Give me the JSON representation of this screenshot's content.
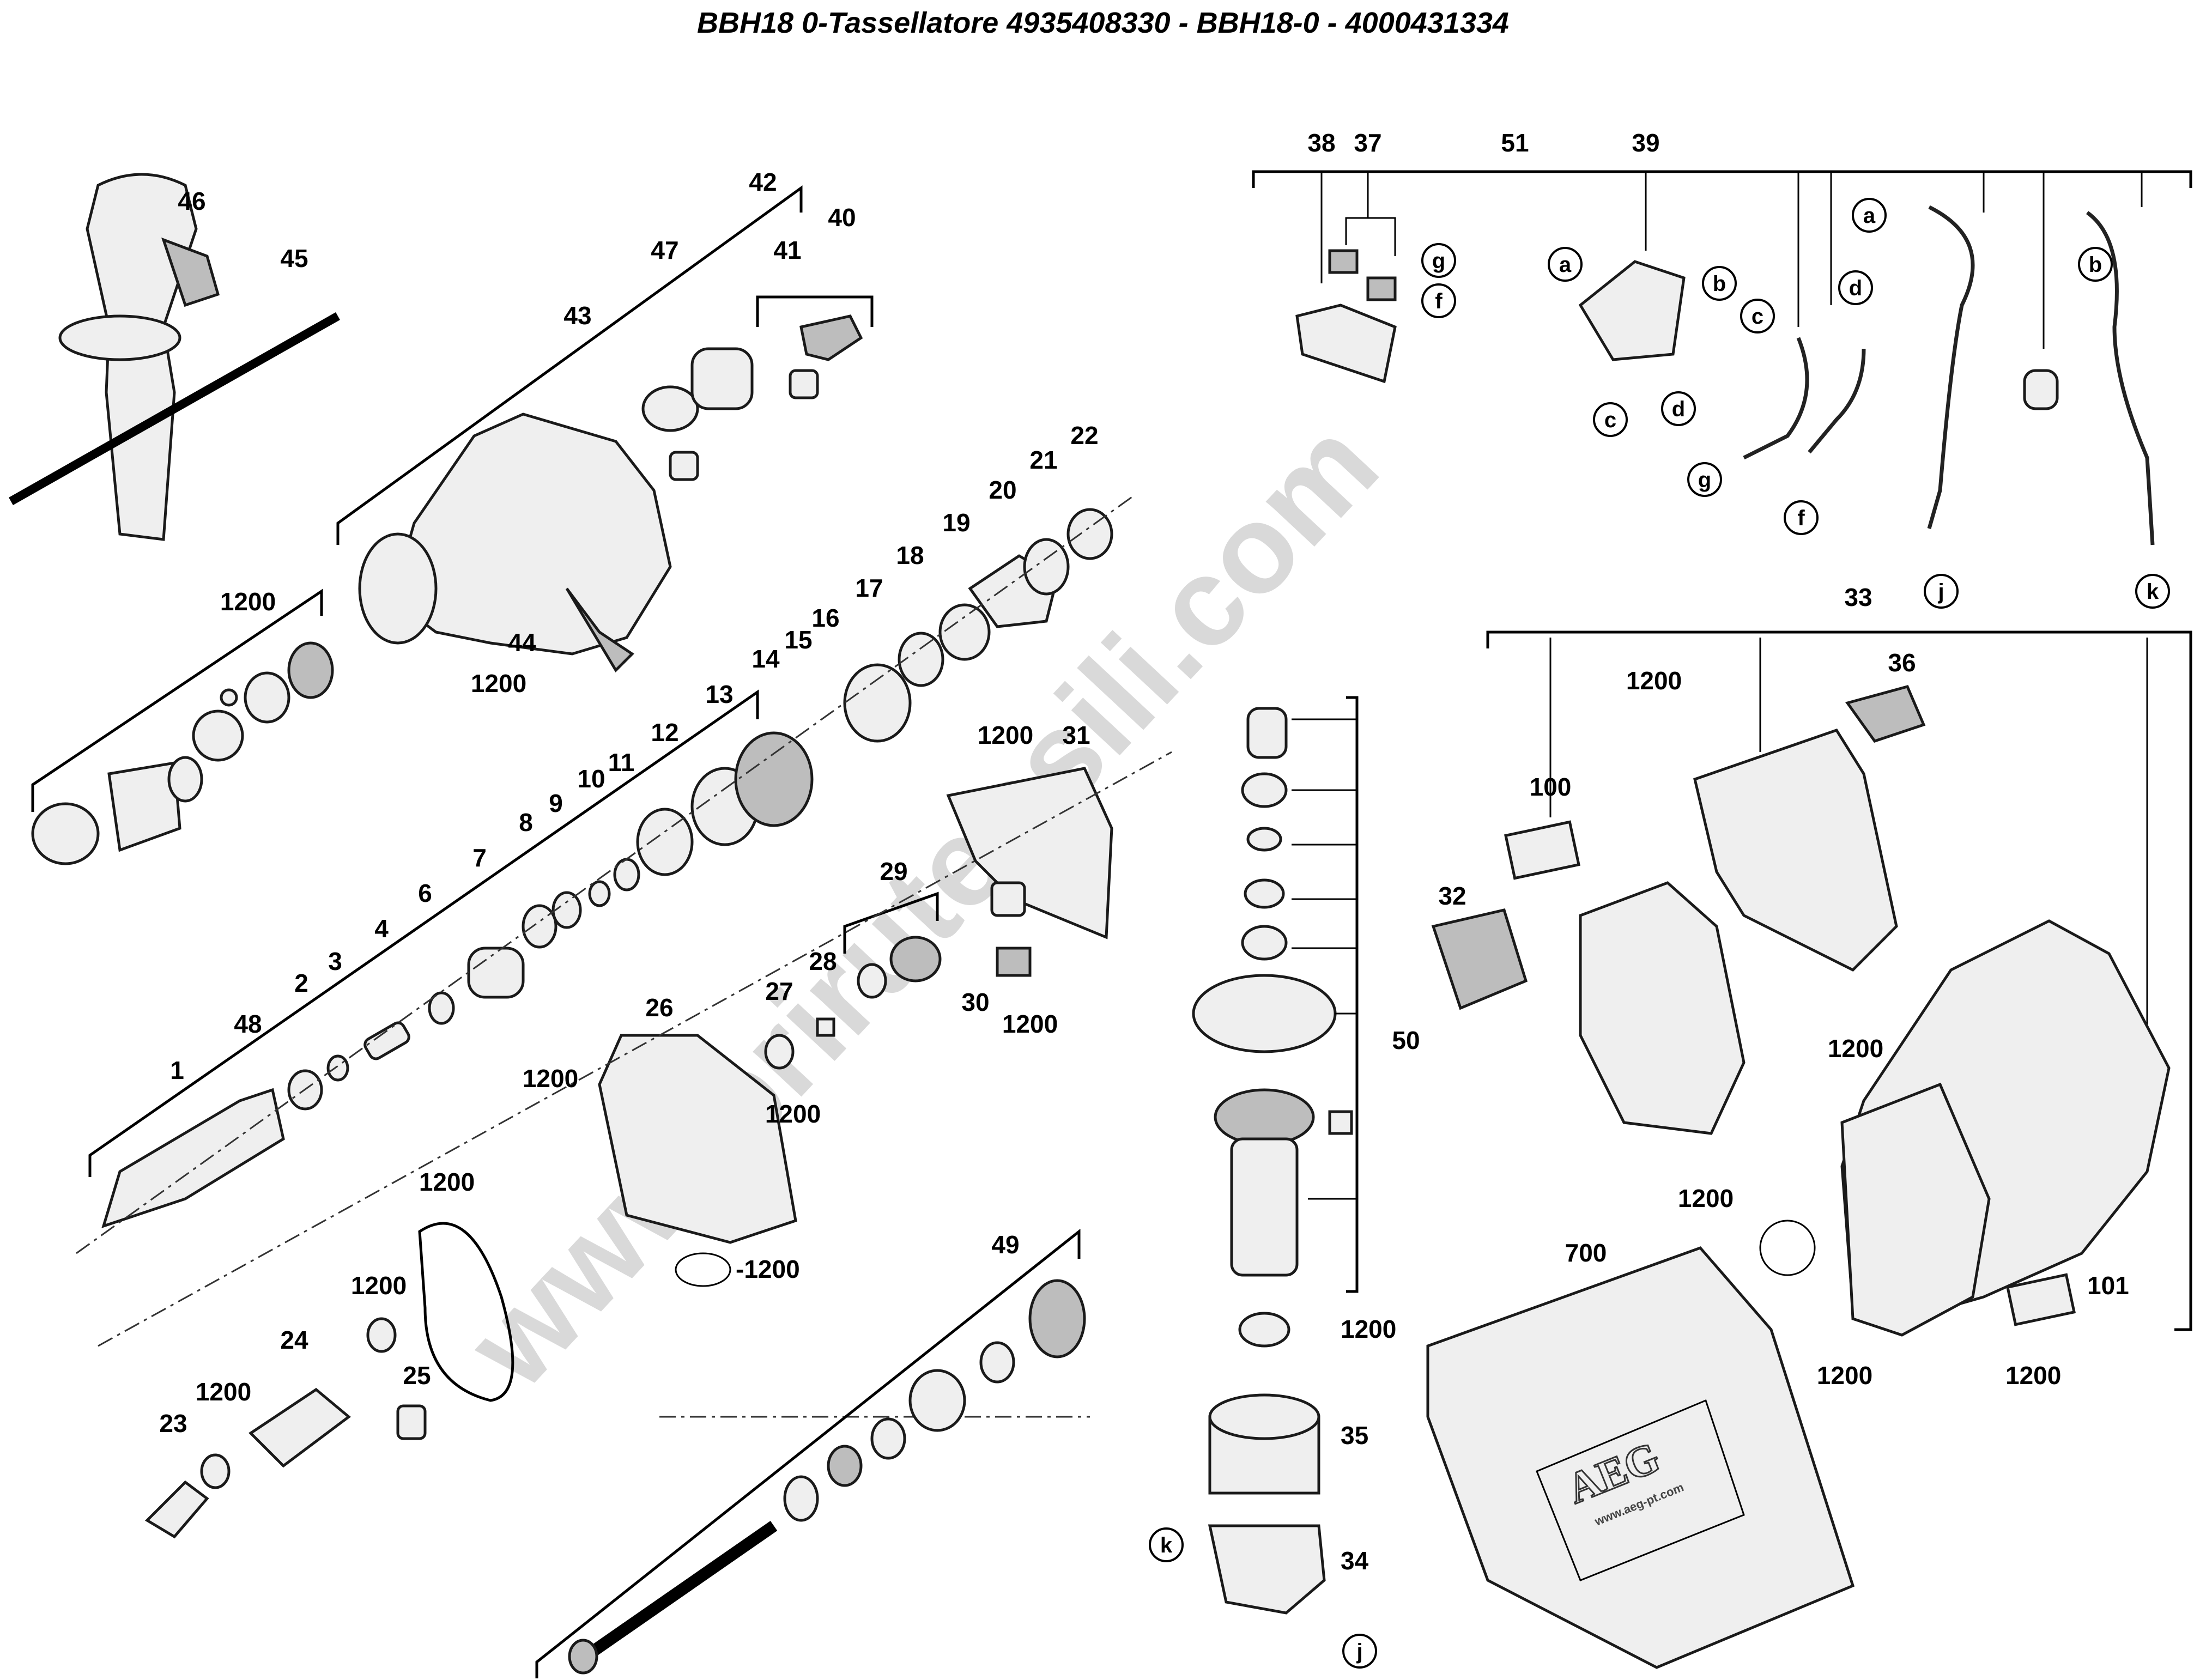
{
  "title": "BBH18 0-Tassellatore 4935408330 - BBH18-0 - 4000431334",
  "watermark": "www.brirutensili.com",
  "logo_text": "AEG",
  "case_url": "www.aeg-pt.com",
  "parts": {
    "p1": "1",
    "p2": "2",
    "p3": "3",
    "p4": "4",
    "p6": "6",
    "p7": "7",
    "p8": "8",
    "p9": "9",
    "p10": "10",
    "p11": "11",
    "p12": "12",
    "p13": "13",
    "p14": "14",
    "p15": "15",
    "p16": "16",
    "p17": "17",
    "p18": "18",
    "p19": "19",
    "p20": "20",
    "p21": "21",
    "p22": "22",
    "p23": "23",
    "p24": "24",
    "p25": "25",
    "p26": "26",
    "p27": "27",
    "p28": "28",
    "p29": "29",
    "p30": "30",
    "p31": "31",
    "p32": "32",
    "p33": "33",
    "p34": "34",
    "p35": "35",
    "p36": "36",
    "p37": "37",
    "p38": "38",
    "p39": "39",
    "p40": "40",
    "p41": "41",
    "p42": "42",
    "p43": "43",
    "p44": "44",
    "p45": "45",
    "p46": "46",
    "p47": "47",
    "p48": "48",
    "p49": "49",
    "p50": "50",
    "p51": "51",
    "p100": "100",
    "p101": "101",
    "p700": "700",
    "p1200": "1200",
    "neg1200": "-1200"
  },
  "letters": {
    "a": "a",
    "b": "b",
    "c": "c",
    "d": "d",
    "f": "f",
    "g": "g",
    "j": "j",
    "k": "k"
  }
}
